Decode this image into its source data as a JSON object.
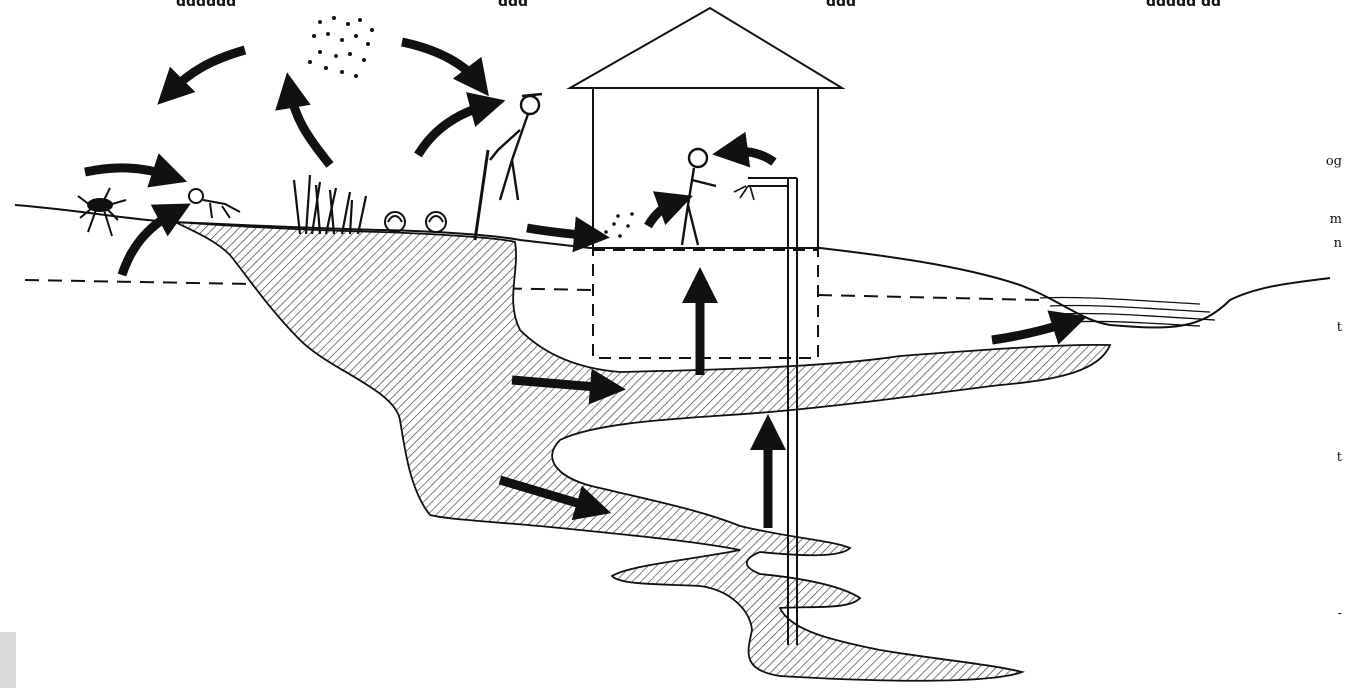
{
  "top_labels": [
    "dddddd",
    "ddd",
    "ddd",
    "ddddd dd"
  ],
  "side_fragments": [
    "og",
    "m",
    "n",
    "t",
    "t",
    "-"
  ],
  "colors": {
    "ink": "#111111",
    "hatch": "#444444",
    "background": "#ffffff",
    "corner_tab": "#d9d9d9"
  }
}
